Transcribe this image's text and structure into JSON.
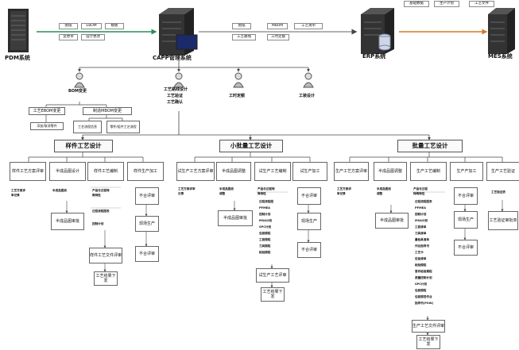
{
  "systems": {
    "pdm": "PDM系统",
    "capp": "CAPP管理系统",
    "erp": "ERP系统",
    "mes": "MES系统"
  },
  "tags": {
    "pdm_capp_row1": [
      "图纸",
      "EBOM",
      "模板"
    ],
    "pdm_capp_row2": [
      "变更单",
      "设计更改"
    ],
    "capp_erp_row1": [
      "图纸",
      "MBOM",
      "工艺清单"
    ],
    "capp_erp_row2": [
      "工艺路线",
      "工时定额"
    ],
    "erp_mes_row": [
      "基础数据",
      "生产计划",
      "工艺文件"
    ]
  },
  "modules": {
    "bom": "BOM变更",
    "process": [
      "工艺路线设计",
      "工艺验证",
      "工艺确认"
    ],
    "hours": "工时定额",
    "tooling": "工装设计"
  },
  "bom_sub": {
    "ebom": "工艺EBOM变更",
    "mbom": "制造MBOM变更",
    "ebom_child": "添加/取消零件",
    "mbom_children": [
      "工艺流程信息",
      "零件/组件工艺流程"
    ]
  },
  "phases": {
    "sample": "样件工艺设计",
    "small": "小批量工艺设计",
    "mass": "批量工艺设计"
  },
  "sample": {
    "headers": [
      "样件工艺方案评审",
      "半成品图设计",
      "样件工艺编制",
      "样件生产加工"
    ],
    "n1": [
      "工艺方案评",
      "审记录"
    ],
    "n2": "半成品图纸",
    "b2": "半成品图审批",
    "n3": [
      "产品与过程特",
      "殊特性",
      "过程流程图表",
      "控制计划"
    ],
    "b3a": "样件工艺文件评审",
    "b3b": "工艺结果下发",
    "b4": [
      "不合评审",
      "现场生产",
      "不合评审"
    ]
  },
  "small": {
    "headers": [
      "试生产工艺方案评审",
      "半成品图调整",
      "试生产工艺编制",
      "试生产加工"
    ],
    "n1": [
      "工艺方案评审",
      "记录"
    ],
    "n2": [
      "半成品图纸",
      "调整"
    ],
    "b2": "半成品图审批",
    "n3": [
      "产品与过程特",
      "殊特性",
      "过程流程图",
      "PFMEA",
      "控制计划",
      "MSA计划",
      "SPC计划",
      "包装规程",
      "工装规程",
      "刀具规程",
      "检验规程"
    ],
    "b3a": "试生产工艺评审",
    "b3b": "工艺结果下发",
    "b4": [
      "不合评审",
      "现场生产",
      "不合评审"
    ]
  },
  "mass": {
    "headers": [
      "生产工艺方案评审",
      "半成品图调整",
      "生产工艺编制",
      "生产产加工",
      "生产工艺验证"
    ],
    "n1": [
      "工艺方案评",
      "审记录"
    ],
    "n2": [
      "半成品图纸",
      "调整"
    ],
    "b2": "半成品图审批",
    "n3": [
      "产品与过程",
      "特殊特性",
      "过程流程图表",
      "PFMEA",
      "控制计划",
      "MSA计划",
      "工装清单",
      "刀具清单",
      "量检具清单",
      "作业指导书",
      "工艺卡",
      "设备清单",
      "检验规程",
      "首件检验规程",
      "质量控制计划",
      "SPC计划",
      "包装规程",
      "包装规范作业",
      "指导书(PSW)"
    ],
    "b3a": "生产工艺文件评审",
    "b3b": "工艺结果下发",
    "b4": [
      "不合评审",
      "现场生产",
      "不合评审"
    ],
    "n5": "工艺验证表",
    "b5": "工艺验证审批单"
  }
}
